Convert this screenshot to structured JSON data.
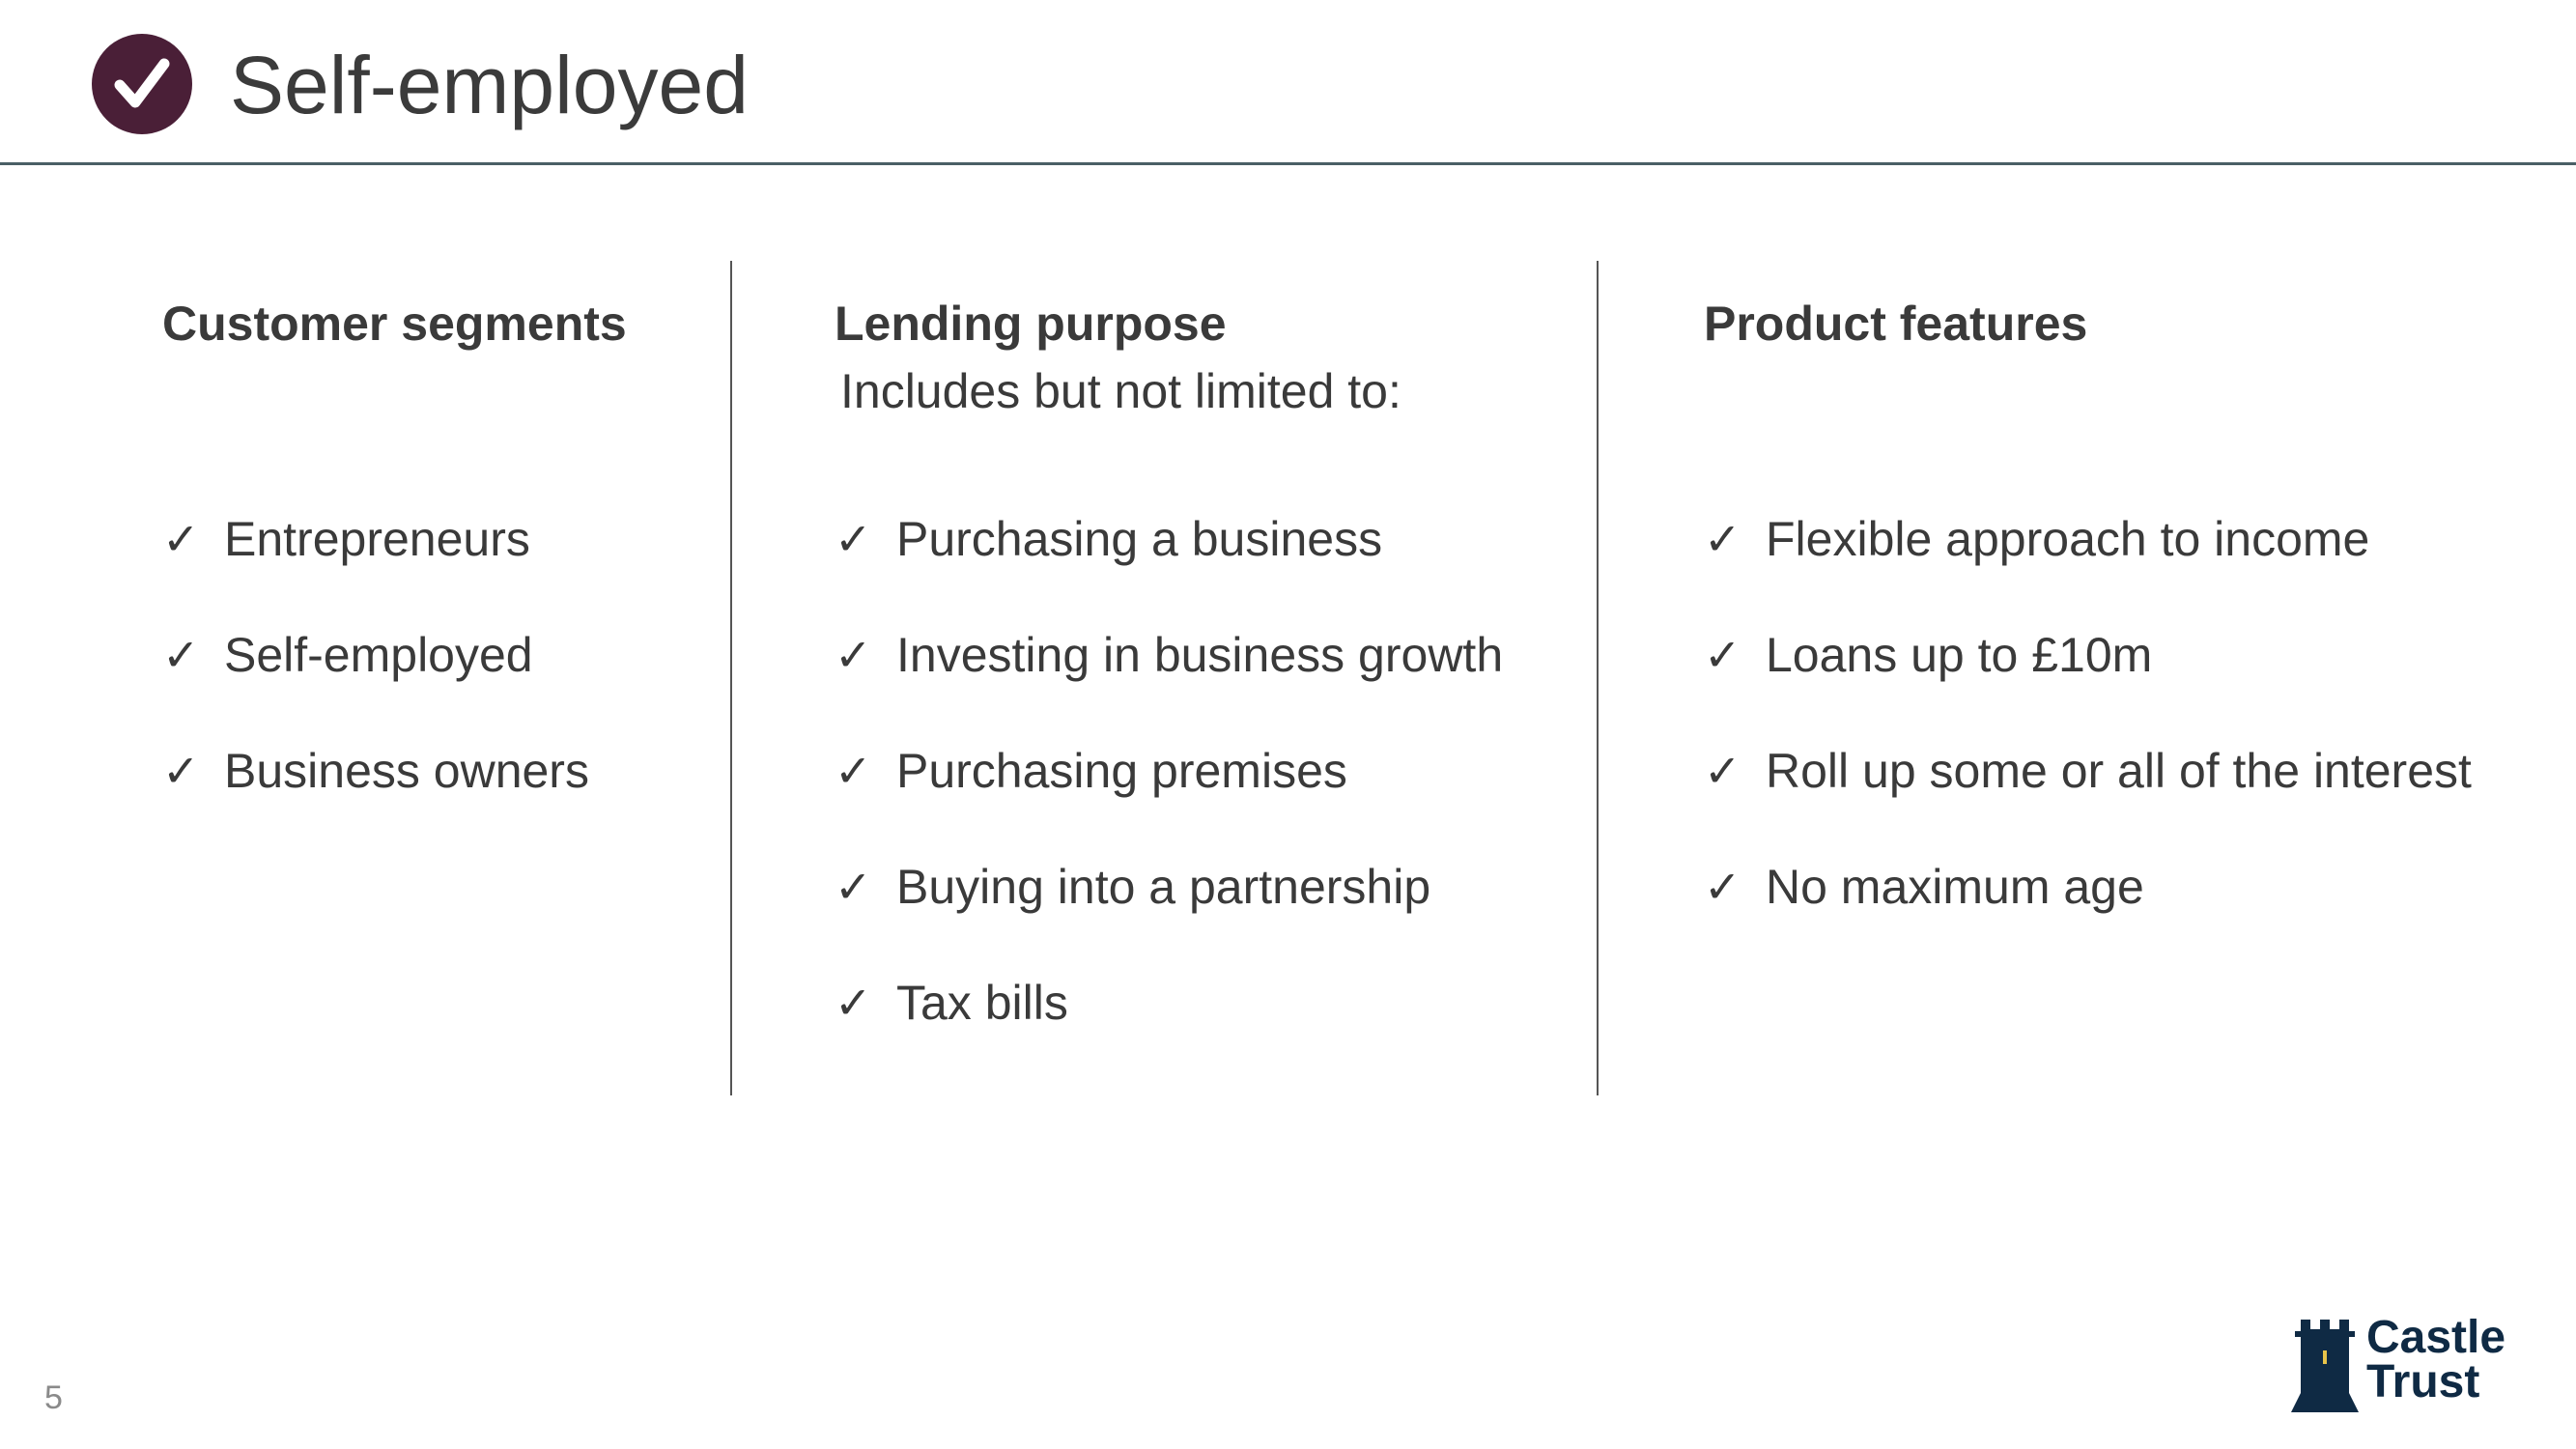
{
  "header": {
    "title": "Self-employed",
    "badge_icon": "check-circle-icon",
    "accent_color": "#4a1f37"
  },
  "columns": [
    {
      "heading": "Customer segments",
      "subheading": "",
      "items": [
        "Entrepreneurs",
        "Self-employed",
        "Business owners"
      ]
    },
    {
      "heading": "Lending purpose",
      "subheading": "Includes but not limited to:",
      "items": [
        "Purchasing a business",
        "Investing in business growth",
        "Purchasing premises",
        "Buying into a partnership",
        "Tax bills"
      ]
    },
    {
      "heading": "Product features",
      "subheading": "",
      "items": [
        "Flexible approach to income",
        "Loans up to £10m",
        "Roll up some or all of the interest",
        "No maximum age"
      ]
    }
  ],
  "check_glyph": "✓",
  "footer": {
    "page_number": "5",
    "logo_line1": "Castle",
    "logo_line2": "Trust",
    "logo_color": "#0f2a44"
  }
}
